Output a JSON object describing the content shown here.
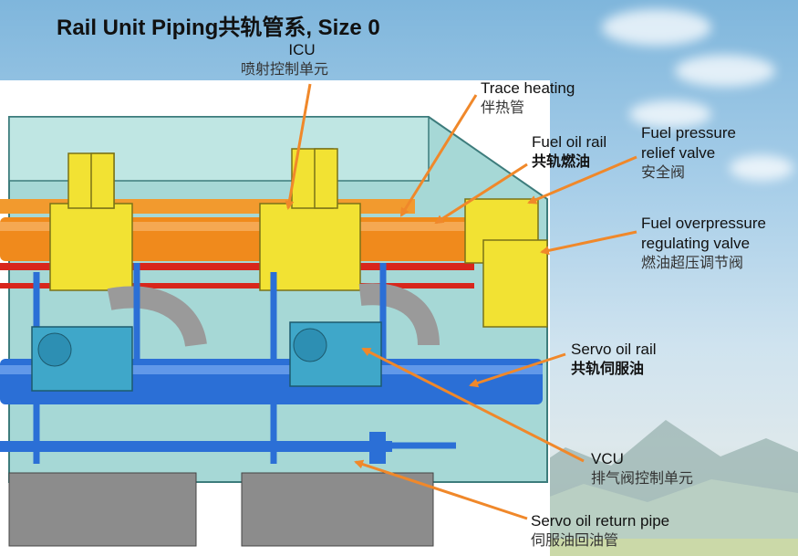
{
  "title": "Rail Unit Piping共轨管系, Size 0",
  "labels": {
    "icu": {
      "en": "ICU",
      "zh": "喷射控制单元"
    },
    "trace_heating": {
      "en": "Trace heating",
      "zh": "伴热管"
    },
    "fuel_oil_rail": {
      "en": "Fuel oil rail",
      "zh": "共轨燃油"
    },
    "fuel_pressure_relief_valve": {
      "en1": "Fuel pressure",
      "en2": "relief valve",
      "zh": "安全阀"
    },
    "fuel_overpressure_regulating_valve": {
      "en1": "Fuel overpressure",
      "en2": "regulating valve",
      "zh": "燃油超压调节阀"
    },
    "servo_oil_rail": {
      "en": "Servo oil rail",
      "zh": "共轨伺服油"
    },
    "vcu": {
      "en": "VCU",
      "zh": "排气阀控制单元"
    },
    "servo_oil_return_pipe": {
      "en": "Servo oil return pipe",
      "zh": "伺服油回油管"
    }
  },
  "colors": {
    "arrow": "#f0882a",
    "frame": "#6fb3b3",
    "fuel_rail": "#f08a1c",
    "servo_rail": "#2b6fd6",
    "units": "#f2e233",
    "vcu_block": "#3fa7c9"
  }
}
